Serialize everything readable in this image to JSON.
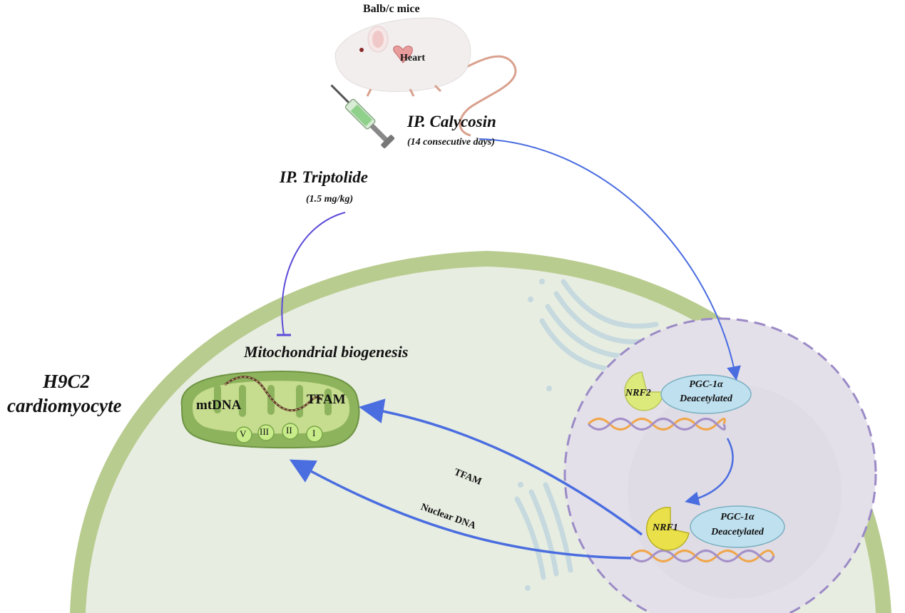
{
  "labels": {
    "mice": "Balb/c mice",
    "heart": "Heart",
    "calycosin": "IP.  Calycosin",
    "calycosin_dose": "(14 consecutive days)",
    "triptolide": "IP. Triptolide",
    "triptolide_dose": "(1.5 mg/kg)",
    "biogenesis": "Mitochondrial biogenesis",
    "cell_line_1": "H9C2",
    "cell_line_2": "cardiomyocyte",
    "mtdna": "mtDNA",
    "tfam_mito": "TFAM",
    "complex_5": "V",
    "complex_3": "III",
    "complex_2": "II",
    "complex_1": "I",
    "nrf2": "NRF2",
    "pgc_top_1": "PGC-1α",
    "pgc_top_2": "Deacetylated",
    "nrf1": "NRF1",
    "pgc_bottom_1": "PGC-1α",
    "pgc_bottom_2": "Deacetylated",
    "arrow_tfam": "TFAM",
    "arrow_nuclear_dna": "Nuclear DNA"
  },
  "colors": {
    "cell_membrane": "#b9cc8f",
    "cytoplasm": "#e7ede1",
    "nucleus_fill": "#e4e0ea",
    "nucleus_border": "#9b8ac6",
    "mitochondria": "#8db35d",
    "mito_inner": "#c6dc8e",
    "arrow_blue": "#4a6de0",
    "inhibit_purple": "#5b4bd9",
    "nrf2": "#dcea7c",
    "nrf1": "#e9e04a",
    "pgc_ellipse": "#bfe0ef"
  },
  "icons": [
    "mouse-icon",
    "heart-icon",
    "syringe-icon",
    "golgi-icon",
    "dna-helix-icon",
    "mitochondrion-icon"
  ]
}
